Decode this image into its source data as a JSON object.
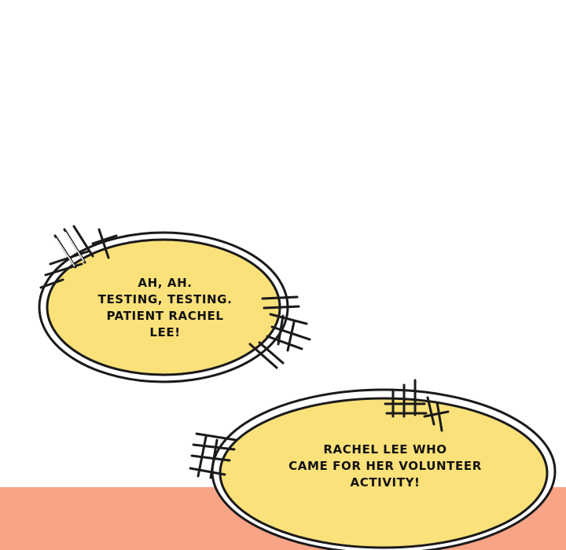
{
  "colors": {
    "background": "#ffffff",
    "floor": "#f8a486",
    "bubble_fill": "#fbe17a",
    "bubble_outline": "#1a1a1a",
    "text": "#111111"
  },
  "bubbles": [
    {
      "lines": [
        "AH, AH.",
        "TESTING, TESTING.",
        "PATIENT RACHEL",
        "LEE!"
      ]
    },
    {
      "lines": [
        "RACHEL LEE WHO",
        "CAME FOR HER VOLUNTEER",
        "ACTIVITY!"
      ]
    }
  ]
}
